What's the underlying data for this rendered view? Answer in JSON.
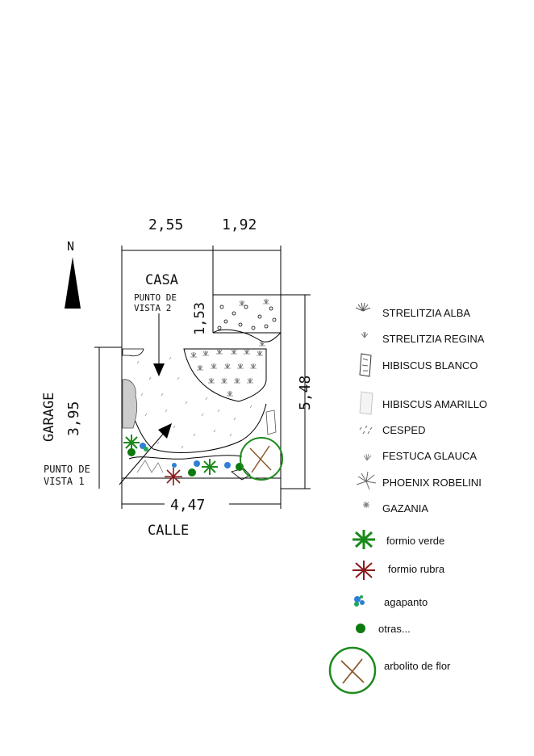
{
  "plan": {
    "north": "N",
    "house_label": "CASA",
    "garage_label": "GARAGE",
    "street_label": "CALLE",
    "viewpoint_1": [
      "PUNTO DE",
      "VISTA 1"
    ],
    "viewpoint_2": [
      "PUNTO DE",
      "VISTA 2"
    ],
    "dims": {
      "top_left": "2,55",
      "top_right": "1,92",
      "inner_vertical": "1,53",
      "left_vertical": "3,95",
      "right_vertical": "5,48",
      "bottom": "4,47"
    }
  },
  "legend_symbols": [
    {
      "icon": "strelitzia-alba-icon",
      "label": "STRELITZIA ALBA"
    },
    {
      "icon": "strelitzia-regina-icon",
      "label": "STRELITZIA REGINA"
    },
    {
      "icon": "hibiscus-blanco-icon",
      "label": "HIBISCUS BLANCO"
    },
    {
      "icon": "hibiscus-amarillo-icon",
      "label": "HIBISCUS AMARILLO"
    },
    {
      "icon": "cesped-icon",
      "label": "CESPED"
    },
    {
      "icon": "festuca-glauca-icon",
      "label": "FESTUCA GLAUCA"
    },
    {
      "icon": "phoenix-robelini-icon",
      "label": "PHOENIX ROBELINI"
    },
    {
      "icon": "gazania-icon",
      "label": "GAZANIA"
    }
  ],
  "legend_colored": [
    {
      "icon": "formio-verde-icon",
      "label": "formio verde",
      "color": "#1a8a1a"
    },
    {
      "icon": "formio-rubra-icon",
      "label": "formio rubra",
      "color": "#8b1a1a"
    },
    {
      "icon": "agapanto-icon",
      "label": "agapanto",
      "color": "#2f7fd6"
    },
    {
      "icon": "otras-icon",
      "label": "otras...",
      "color": "#0c7a0c"
    },
    {
      "icon": "arbolito-icon",
      "label": "arbolito de flor",
      "color": "#1f8a1f"
    }
  ]
}
